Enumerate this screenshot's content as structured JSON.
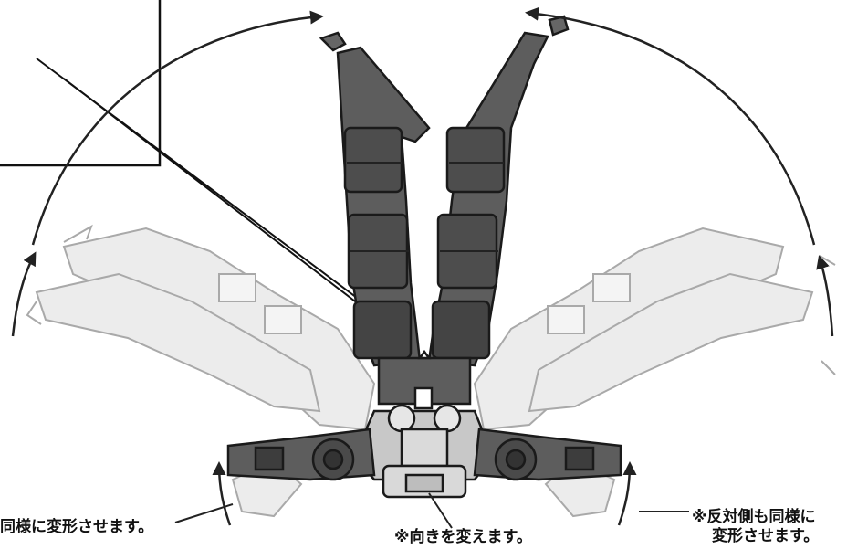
{
  "instructions": {
    "left_note": "同様に変形させます。",
    "center_note": "※向きを変えます。",
    "right_note_line1": "※反対側も同様に",
    "right_note_line2": "変形させます。"
  },
  "illustration": {
    "subject": "robot-arms-transform-diagram",
    "colors": {
      "dark_part": "#5d5d5d",
      "dark_shade": "#444444",
      "outline": "#1a1a1a",
      "ghost_part": "#ececec",
      "ghost_outline": "#a9a9a9",
      "light_mech": "#c8c8c8",
      "arrow": "#222222"
    }
  }
}
